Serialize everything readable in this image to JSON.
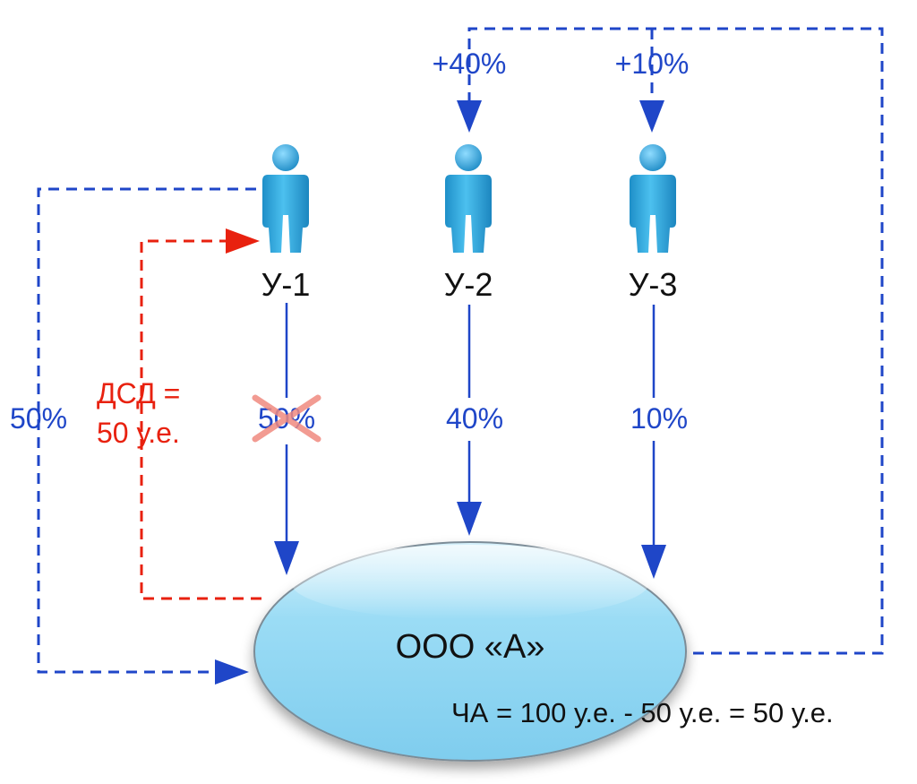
{
  "colors": {
    "blue": "#1f46c8",
    "red": "#e8210f",
    "person": "#2aa6dd",
    "ellipse_fill": "#8dd3f0",
    "ellipse_stroke": "#7c8c97",
    "cross": "#f08a80",
    "text": "#111111"
  },
  "participants": [
    {
      "label": "У-1",
      "share": "50%",
      "crossed": true,
      "icon": "person-icon"
    },
    {
      "label": "У-2",
      "share": "40%",
      "crossed": false,
      "icon": "person-icon"
    },
    {
      "label": "У-3",
      "share": "10%",
      "crossed": false,
      "icon": "person-icon"
    }
  ],
  "increments": [
    "+40%",
    "+10%"
  ],
  "company": "ООО «А»",
  "left_share": "50%",
  "payout": {
    "line1": "ДСД =",
    "line2": "50 у.е."
  },
  "formula": "ЧА = 100 у.е. - 50 у.е. = 50 у.е."
}
